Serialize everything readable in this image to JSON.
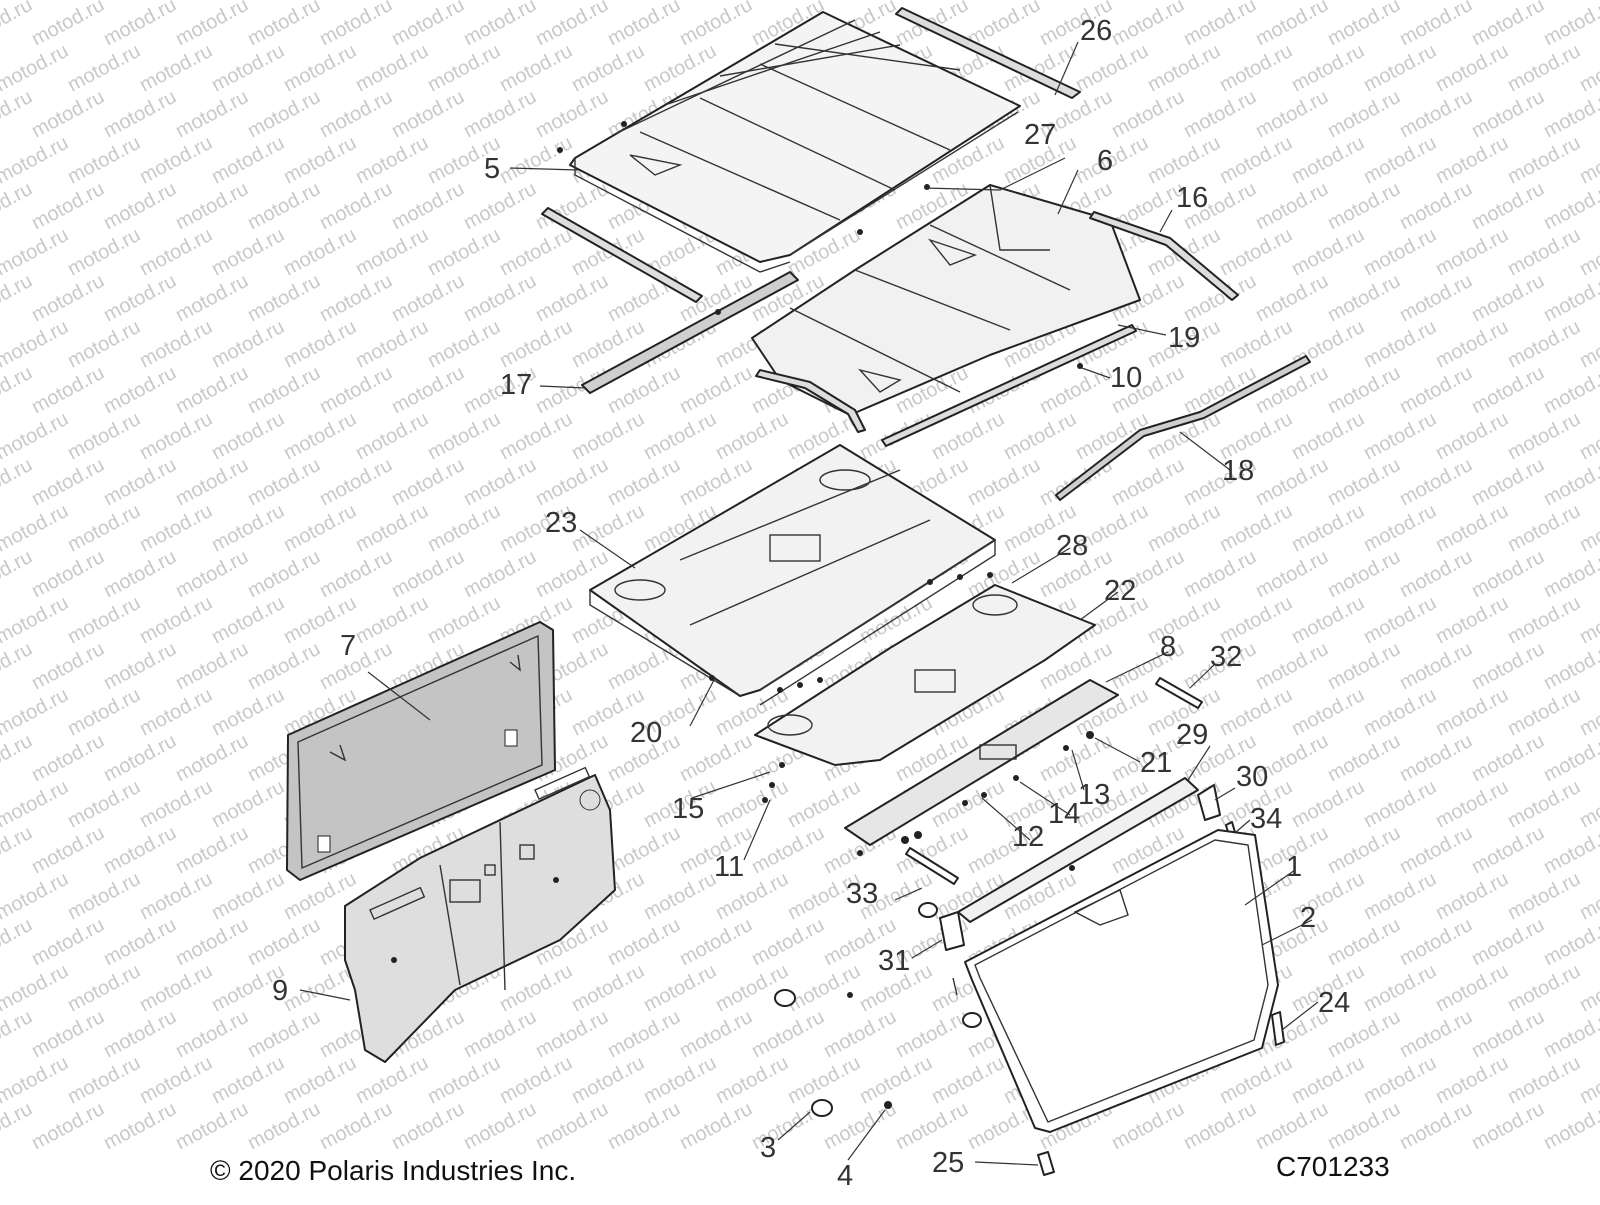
{
  "diagram": {
    "footer": {
      "copyright": "© 2020 Polaris Industries Inc.",
      "code": "C701233"
    },
    "watermark": "motod.ru",
    "callouts": {
      "c1": "1",
      "c2": "2",
      "c3": "3",
      "c4": "4",
      "c5": "5",
      "c6": "6",
      "c7": "7",
      "c8": "8",
      "c9": "9",
      "c10": "10",
      "c11": "11",
      "c12": "12",
      "c13": "13",
      "c14": "14",
      "c15": "15",
      "c16": "16",
      "c17": "17",
      "c18": "18",
      "c19": "19",
      "c20": "20",
      "c21": "21",
      "c22": "22",
      "c23": "23",
      "c24": "24",
      "c25": "25",
      "c26": "26",
      "c27": "27",
      "c28": "28",
      "c29": "29",
      "c30": "30",
      "c31": "31",
      "c32": "32",
      "c33": "33",
      "c34": "34"
    }
  }
}
